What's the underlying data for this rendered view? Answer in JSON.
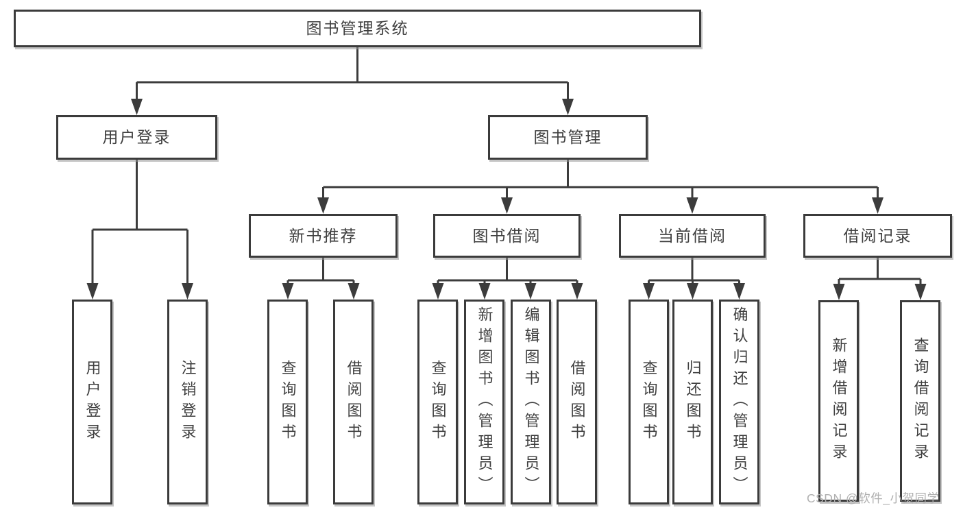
{
  "diagram": {
    "root": "图书管理系统",
    "level2": {
      "user_login": "用户登录",
      "book_mgmt": "图书管理"
    },
    "level3": {
      "new_book": "新书推荐",
      "book_borrow": "图书借阅",
      "current_borrow": "当前借阅",
      "borrow_record": "借阅记录"
    },
    "leaves": {
      "user_login_1": "用户登录",
      "user_login_2": "注销登录",
      "new_book_1": "查询图书",
      "new_book_2": "借阅图书",
      "book_borrow_1": "查询图书",
      "book_borrow_2": "新增图书（管理员）",
      "book_borrow_3": "编辑图书（管理员）",
      "book_borrow_4": "借阅图书",
      "current_borrow_1": "查询图书",
      "current_borrow_2": "归还图书",
      "current_borrow_3": "确认归还（管理员）",
      "borrow_record_1": "新增借阅记录",
      "borrow_record_2": "查询借阅记录"
    },
    "watermark": "CSDN @软件_小贺同学",
    "colors": {
      "line": "#3c3c3c",
      "box_border": "#3b3b3b",
      "text": "#3f3f3f",
      "watermark": "#b0b0b0",
      "background": "#ffffff"
    }
  }
}
